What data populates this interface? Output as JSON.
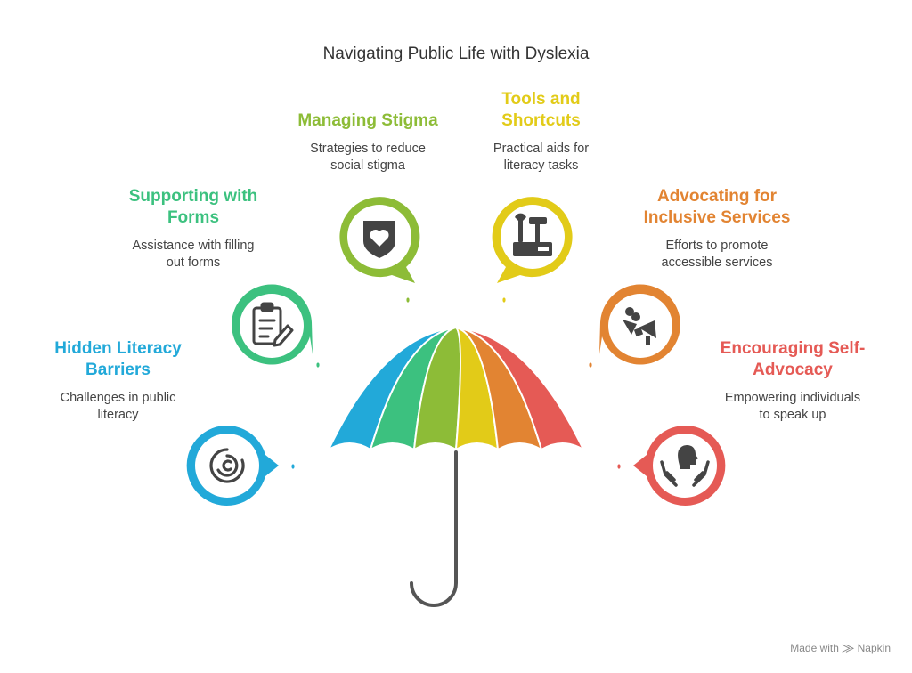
{
  "title": "Navigating Public Life with Dyslexia",
  "colors": {
    "blue": "#22A9D9",
    "green": "#3CC17F",
    "lime": "#8DBC37",
    "yellow": "#E2CB18",
    "orange": "#E28432",
    "red": "#E55A55",
    "handle": "#555555"
  },
  "items": [
    {
      "heading": "Hidden Literacy Barriers",
      "heading_lines": [
        "Hidden Literacy",
        "Barriers"
      ],
      "desc_lines": [
        "Challenges in public",
        "literacy"
      ],
      "color": "#22A9D9",
      "icon": "maze-icon"
    },
    {
      "heading": "Supporting with Forms",
      "heading_lines": [
        "Supporting with",
        "Forms"
      ],
      "desc_lines": [
        "Assistance with filling",
        "out forms"
      ],
      "color": "#3CC17F",
      "icon": "clipboard-icon"
    },
    {
      "heading": "Managing Stigma",
      "heading_lines": [
        "Managing Stigma"
      ],
      "desc_lines": [
        "Strategies to reduce",
        "social stigma"
      ],
      "color": "#8DBC37",
      "icon": "shield-heart-icon"
    },
    {
      "heading": "Tools and Shortcuts",
      "heading_lines": [
        "Tools and",
        "Shortcuts"
      ],
      "desc_lines": [
        "Practical aids for",
        "literacy tasks"
      ],
      "color": "#E2CB18",
      "icon": "toolbox-icon"
    },
    {
      "heading": "Advocating for Inclusive Services",
      "heading_lines": [
        "Advocating for",
        "Inclusive Services"
      ],
      "desc_lines": [
        "Efforts to promote",
        "accessible services"
      ],
      "color": "#E28432",
      "icon": "megaphone-icon"
    },
    {
      "heading": "Encouraging Self-Advocacy",
      "heading_lines": [
        "Encouraging Self-",
        "Advocacy"
      ],
      "desc_lines": [
        "Empowering individuals",
        "to speak up"
      ],
      "color": "#E55A55",
      "icon": "helping-hands-icon"
    }
  ],
  "footer": {
    "prefix": "Made with",
    "brand": "Napkin"
  }
}
